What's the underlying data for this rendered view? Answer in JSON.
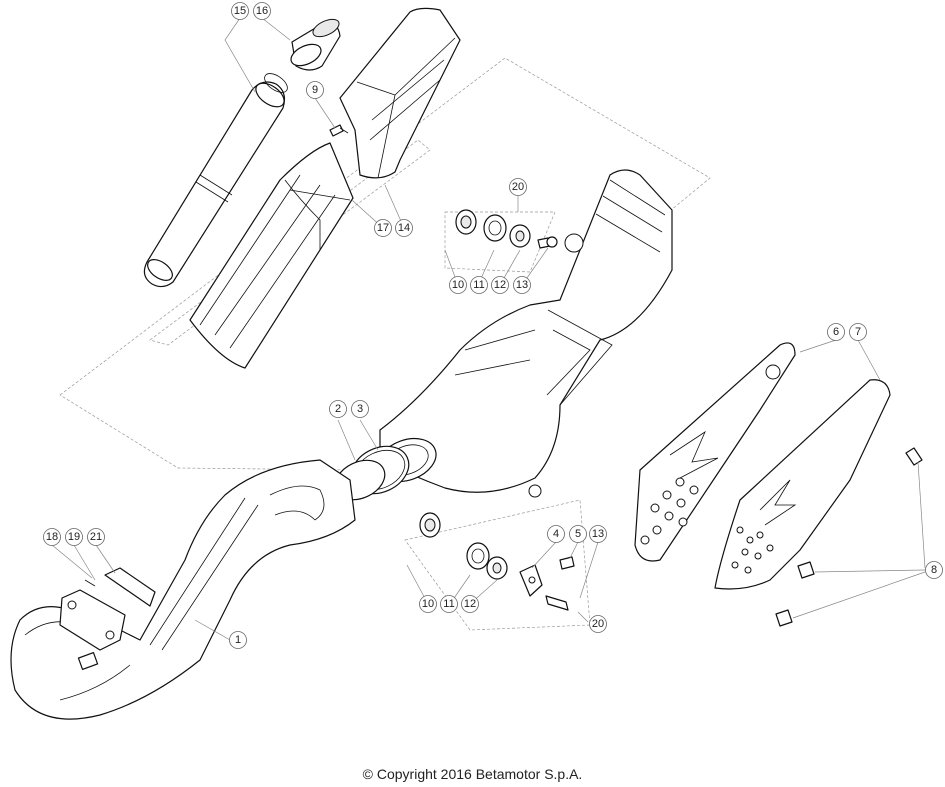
{
  "callouts": {
    "c15": "15",
    "c16": "16",
    "c9": "9",
    "c17": "17",
    "c14": "14",
    "c20a": "20",
    "c10a": "10",
    "c11a": "11",
    "c12a": "12",
    "c13a": "13",
    "c6": "6",
    "c7": "7",
    "c8": "8",
    "c2": "2",
    "c3": "3",
    "c18": "18",
    "c19": "19",
    "c21": "21",
    "c1": "1",
    "c4": "4",
    "c5": "5",
    "c13b": "13",
    "c10b": "10",
    "c11b": "11",
    "c12b": "12",
    "c20b": "20"
  },
  "copyright": "© Copyright 2016 Betamotor S.p.A."
}
